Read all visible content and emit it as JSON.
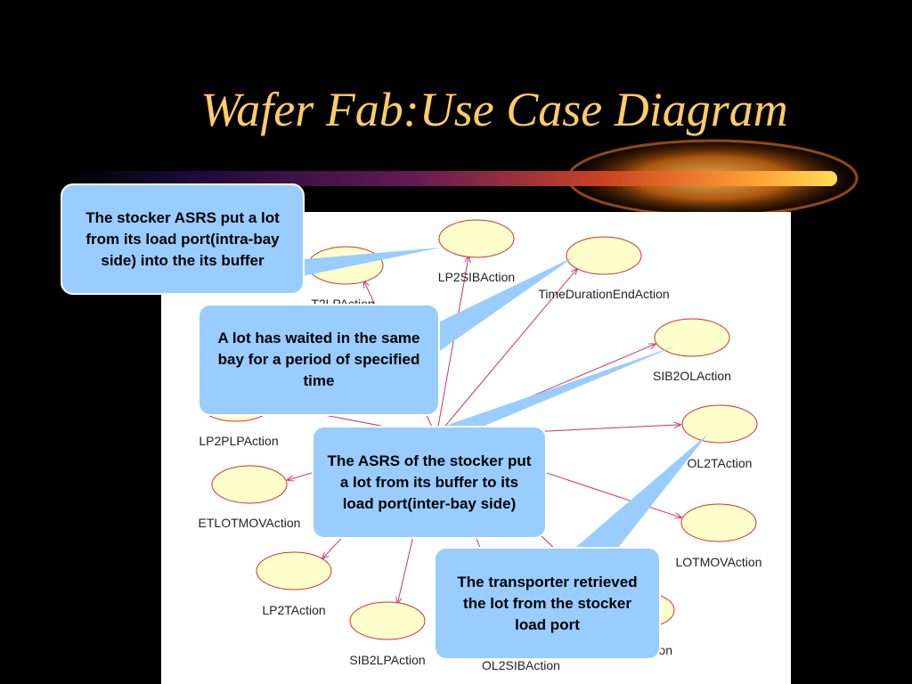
{
  "title": "Wafer Fab:Use Case Diagram",
  "colors": {
    "background": "#000000",
    "title": "#ffcc66",
    "callout_fill": "#99ccff",
    "use_case_fill": "#ffffcc",
    "use_case_stroke": "#cc3333",
    "association_line": "#cc3366"
  },
  "use_cases": [
    "LP2SIBAction",
    "TimeDurationEndAction",
    "T2LPAction",
    "SIB2OLAction",
    "LP2PLPAction",
    "OL2TAction",
    "ETLOTMOVAction",
    "LOTMOVAction",
    "LP2TAction",
    "SIB2LPAction",
    "OL2SIBAction",
    "on"
  ],
  "callouts": [
    "The stocker ASRS put a lot from its load port(intra-bay side) into the its buffer",
    "A lot has waited in the same bay for a period of specified time",
    "The ASRS of the stocker put a lot from its buffer to its load port(inter-bay side)",
    "The transporter retrieved the lot from the stocker load port"
  ]
}
